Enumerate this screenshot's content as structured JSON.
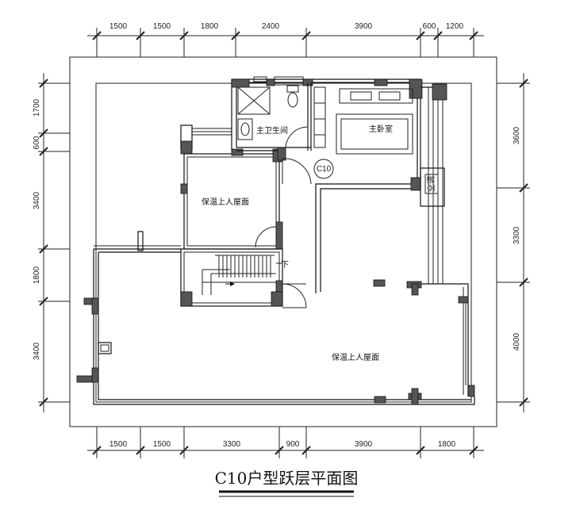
{
  "title": "C10户型跃层平面图",
  "rooms": {
    "master_bath": "主卫生间",
    "master_bedroom": "主卧室",
    "roof_upper": "保温上人屋面",
    "roof_lower": "保温上人屋面",
    "stair_down": "下",
    "unit_tag": "C10",
    "ac_label": "空调"
  },
  "dims_top": [
    "1500",
    "1500",
    "1800",
    "2400",
    "3900",
    "600",
    "1200"
  ],
  "dims_bottom": [
    "1500",
    "1500",
    "3300",
    "900",
    "3900",
    "1800"
  ],
  "dims_left": [
    "1700",
    "600",
    "3400",
    "1800",
    "3400"
  ],
  "dims_right": [
    "3600",
    "3300",
    "4000"
  ]
}
